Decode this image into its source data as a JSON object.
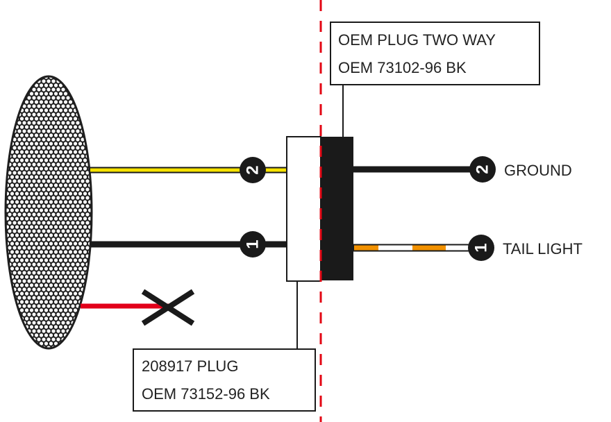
{
  "labels": {
    "oem_plug_line1": "OEM PLUG TWO WAY",
    "oem_plug_line2": "OEM 73102-96 BK",
    "plug_208917_line1": "208917 PLUG",
    "plug_208917_line2": "OEM 73152-96 BK",
    "ground": "GROUND",
    "tail_light": "TAIL LIGHT"
  },
  "pins": {
    "left_upper": "2",
    "left_lower": "1",
    "right_upper": "2",
    "right_lower": "1"
  },
  "colors": {
    "wire_yellow": "#f7e300",
    "wire_black": "#1a1a1a",
    "wire_red": "#e2001a",
    "wire_orange": "#f29100",
    "wire_white": "#ffffff",
    "divider_red": "#e30613",
    "connector_black": "#1a1a1a"
  }
}
